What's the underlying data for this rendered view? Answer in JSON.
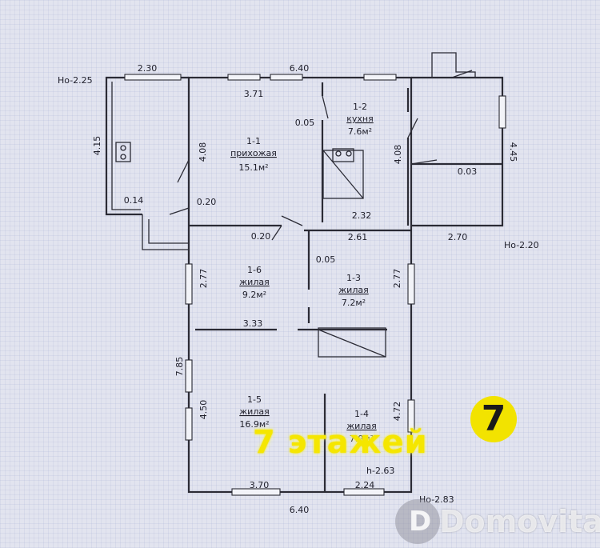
{
  "rooms": {
    "r1": {
      "id": "1-1",
      "name": "прихожая",
      "area": "15.1м²"
    },
    "r2": {
      "id": "1-2",
      "name": "кухня",
      "area": "7.6м²"
    },
    "r3": {
      "id": "1-3",
      "name": "жилая",
      "area": "7.2м²"
    },
    "r4": {
      "id": "1-4",
      "name": "жилая",
      "area": "7.9м²"
    },
    "r5": {
      "id": "1-5",
      "name": "жилая",
      "area": "16.9м²"
    },
    "r6": {
      "id": "1-6",
      "name": "жилая",
      "area": "9.2м²"
    }
  },
  "dimensions": {
    "d_230": "2.30",
    "d_640_top": "6.40",
    "d_371": "3.71",
    "d_005_a": "0.05",
    "d_408_a": "4.08",
    "d_408_b": "4.08",
    "d_415": "4.15",
    "d_445": "4.45",
    "d_003": "0.03",
    "d_014": "0.14",
    "d_020_a": "0.20",
    "d_020_b": "0.20",
    "d_232": "2.32",
    "d_261": "2.61",
    "d_270": "2.70",
    "d_005_b": "0.05",
    "d_277_a": "2.77",
    "d_277_b": "2.77",
    "d_333": "3.33",
    "d_785": "7.85",
    "d_450": "4.50",
    "d_472": "4.72",
    "d_370": "3.70",
    "d_224": "2.24",
    "d_640_bottom": "6.40"
  },
  "levels": {
    "ho_225": "Ho-2.25",
    "ho_220": "Ho-2.20",
    "ho_283": "Ho-2.83",
    "h_263": "h-2.63"
  },
  "promo": {
    "text": "7 этажей",
    "badge": "7",
    "color": "#f5e600"
  },
  "watermark": {
    "text": "Domovita",
    "logo": "D"
  }
}
